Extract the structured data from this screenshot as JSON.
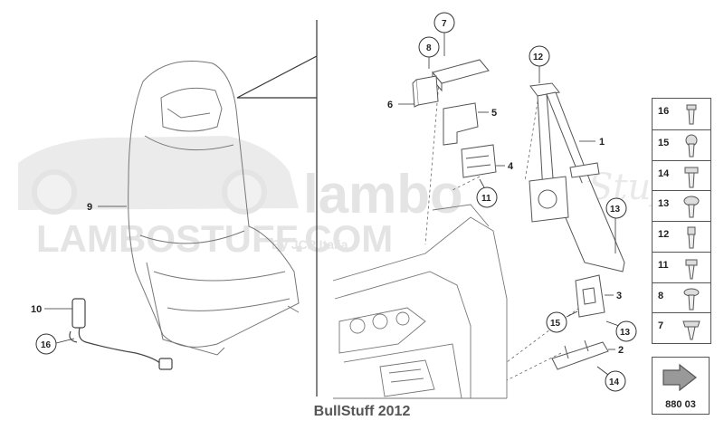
{
  "watermark": {
    "line1": "lambo",
    "line2": "LAMBOSTUFF.COM",
    "line3": "By JCP Italia",
    "script": "Stuff"
  },
  "callouts": {
    "c1": "1",
    "c2": "2",
    "c3": "3",
    "c4": "4",
    "c5": "5",
    "c6": "6",
    "c7": "7",
    "c8": "8",
    "c9": "9",
    "c10": "10",
    "c11": "11",
    "c12": "12",
    "c13a": "13",
    "c13b": "13",
    "c14": "14",
    "c15": "15",
    "c16": "16"
  },
  "fastener_legend": [
    "16",
    "15",
    "14",
    "13",
    "12",
    "11",
    "8",
    "7"
  ],
  "diagram_code": "880 03",
  "footer": "BullStuff 2012"
}
